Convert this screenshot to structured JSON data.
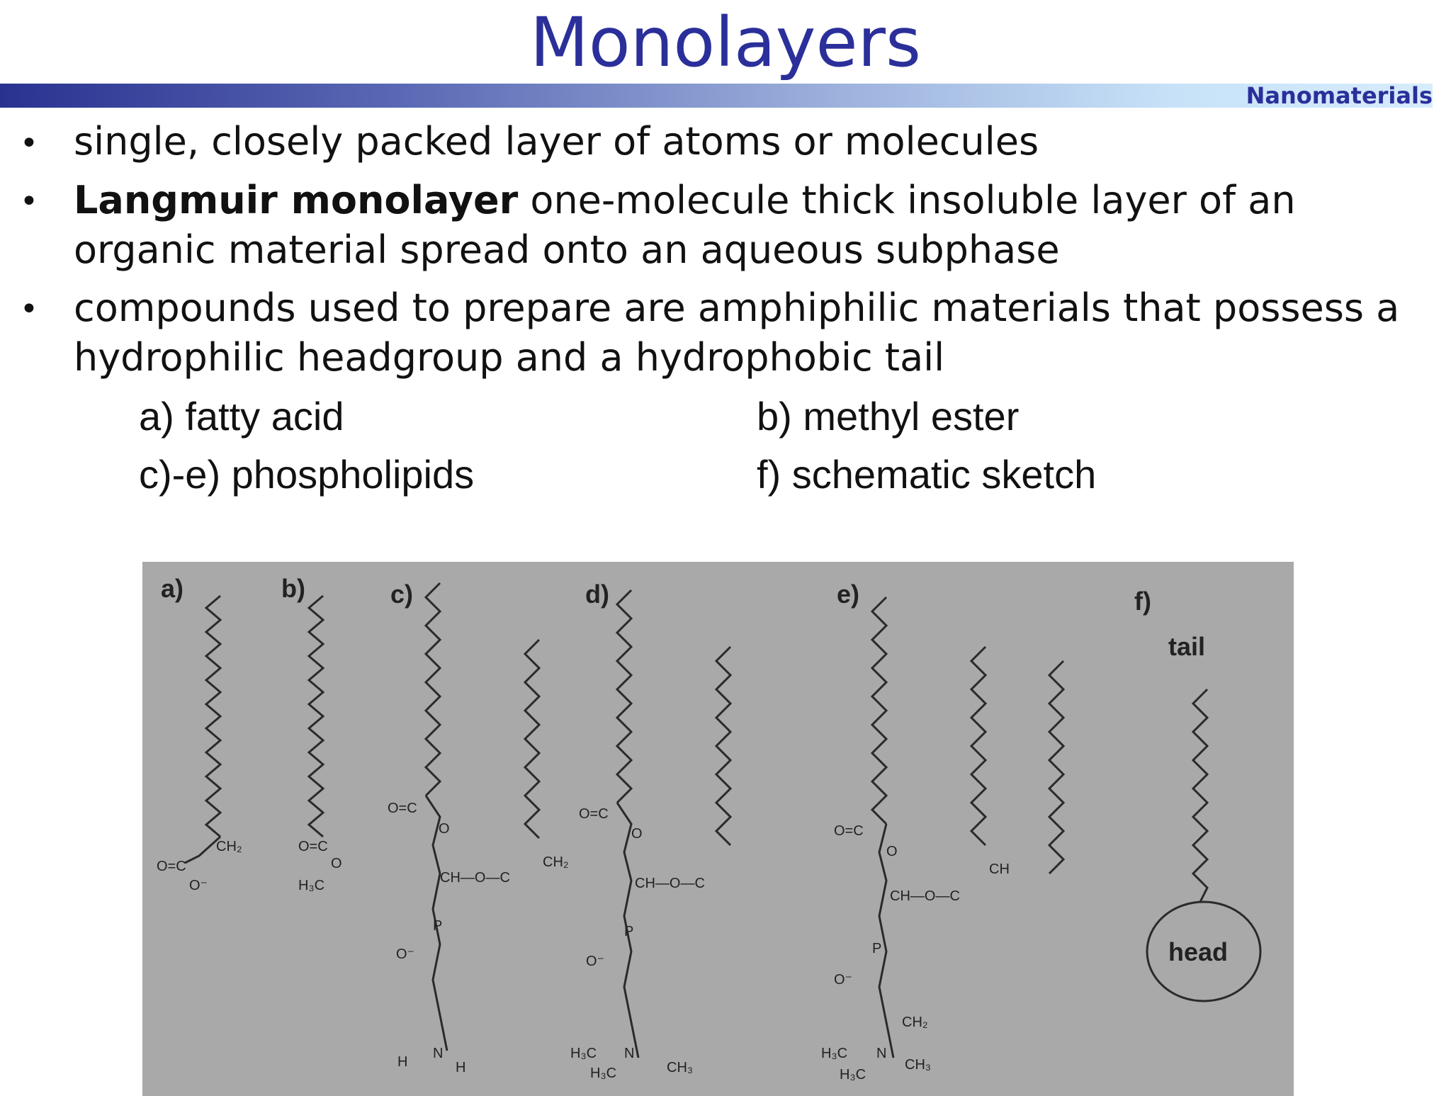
{
  "header": {
    "title": "Monolayers",
    "tag": "Nanomaterials"
  },
  "bullets": [
    {
      "bold": "",
      "text": "single, closely packed layer of atoms or molecules"
    },
    {
      "bold": "Langmuir monolayer",
      "text": " one-molecule thick insoluble layer of an organic material spread onto an aqueous subphase"
    },
    {
      "bold": "",
      "text": "compounds used to prepare are amphiphilic materials that possess a hydrophilic headgroup and a hydrophobic tail"
    }
  ],
  "subitems": {
    "a": "a) fatty acid",
    "b": "b) methyl ester",
    "ce": "c)-e) phospholipids",
    "f": "f) schematic sketch"
  },
  "figure": {
    "labels": [
      "a)",
      "b)",
      "c)",
      "d)",
      "e)",
      "f)"
    ],
    "tail": "tail",
    "head": "head",
    "atoms": {
      "ch2": "CH₂",
      "o_c": "O=C",
      "h3c": "H₃C",
      "ch": "CH",
      "ch3": "CH₃",
      "o": "O",
      "o_minus": "O⁻",
      "p": "P",
      "n": "N",
      "h": "H",
      "ch_o_c": "CH—O—C"
    }
  }
}
